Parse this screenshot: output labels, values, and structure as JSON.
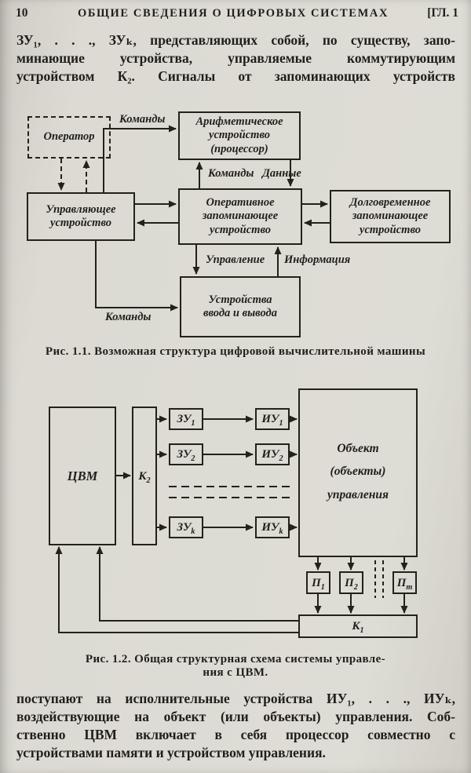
{
  "header": {
    "page_number": "10",
    "title": "ОБЩИЕ СВЕДЕНИЯ О ЦИФРОВЫХ СИСТЕМАХ",
    "chapter": "[ГЛ. 1"
  },
  "paragraph1": {
    "lines": [
      "ЗУ₁, . . ., ЗУₖ, представляющих собой, по существу, запо-",
      "минающие устройства, управляемые коммутирующим",
      "устройством К₂. Сигналы от запоминающих устройств"
    ]
  },
  "fig1": {
    "caption": "Рис. 1.1. Возможная структура цифровой вычислительной машины",
    "boxes": {
      "operator": "Оператор",
      "alu": "Арифметическое устройство (процессор)",
      "control": "Управляющее устройство",
      "ram": "Оперативное запоминающее устройство",
      "longterm": "Долговременное запоминающее устройство",
      "io": "Устройства ввода и вывода"
    },
    "labels": {
      "commands_top": "Команды",
      "commands_mid": "Команды",
      "data": "Данные",
      "control_sig": "Управление",
      "information": "Информация",
      "commands_bottom": "Команды"
    }
  },
  "fig2": {
    "caption_line1": "Рис. 1.2. Общая структурная схема системы управле-",
    "caption_line2": "ния с ЦВМ.",
    "boxes": {
      "cvm": "ЦВМ",
      "k2": {
        "base": "К",
        "sub": "2"
      },
      "zu1": {
        "base": "ЗУ",
        "sub": "1"
      },
      "zu2": {
        "base": "ЗУ",
        "sub": "2"
      },
      "zuk": {
        "base": "ЗУ",
        "sub": "k"
      },
      "iu1": {
        "base": "ИУ",
        "sub": "1"
      },
      "iu2": {
        "base": "ИУ",
        "sub": "2"
      },
      "iuk": {
        "base": "ИУ",
        "sub": "k"
      },
      "object": "Объект (объекты) управления",
      "p1": {
        "base": "П",
        "sub": "1"
      },
      "p2": {
        "base": "П",
        "sub": "2"
      },
      "pm": {
        "base": "П",
        "sub": "m"
      },
      "k1": {
        "base": "К",
        "sub": "1"
      }
    }
  },
  "paragraph2": {
    "lines": [
      "поступают на исполнительные устройства ИУ₁, . . ., ИУₖ,",
      "воздействующие на объект (или объекты) управления. Соб-",
      "ственно ЦВМ включает в себя процессор совместно с",
      "устройствами памяти и устройством управления."
    ]
  }
}
